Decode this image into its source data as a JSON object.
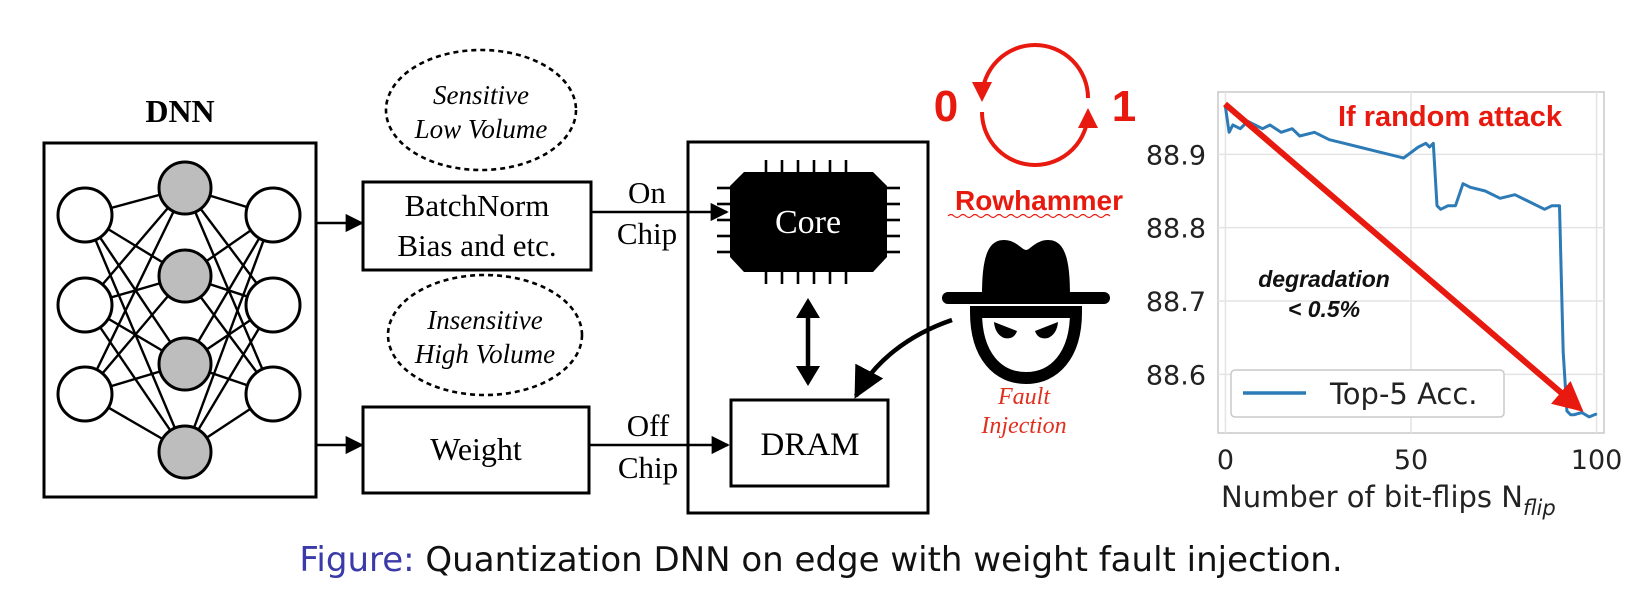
{
  "diagram": {
    "dnn_title": "DNN",
    "sensitive_line1": "Sensitive",
    "sensitive_line2": "Low Volume",
    "insensitive_line1": "Insensitive",
    "insensitive_line2": "High Volume",
    "batchnorm_line1": "BatchNorm",
    "batchnorm_line2": "Bias and etc.",
    "weight_label": "Weight",
    "on_chip_line1": "On",
    "on_chip_line2": "Chip",
    "off_chip_line1": "Off",
    "off_chip_line2": "Chip",
    "core_label": "Core",
    "dram_label": "DRAM",
    "bit_zero": "0",
    "bit_one": "1",
    "rowhammer_label": "Rowhammer",
    "fault_line1": "Fault",
    "fault_line2": "Injection",
    "colors": {
      "attack_red": "#e8190e",
      "fault_text": "#e0301e",
      "hidden_node_fill": "#bdbdbd",
      "series_blue": "#2c7bb6"
    }
  },
  "chart_data": {
    "type": "line",
    "series": [
      {
        "name": "Top-5 Acc.",
        "x": [
          0,
          1,
          2,
          4,
          6,
          8,
          10,
          12,
          15,
          18,
          20,
          24,
          28,
          32,
          36,
          40,
          44,
          48,
          52,
          54,
          55,
          56,
          57,
          58,
          60,
          62,
          64,
          66,
          70,
          74,
          78,
          82,
          86,
          88,
          90,
          91,
          92,
          93,
          94,
          96,
          98,
          100
        ],
        "y": [
          88.965,
          88.93,
          88.94,
          88.935,
          88.945,
          88.94,
          88.935,
          88.94,
          88.93,
          88.935,
          88.925,
          88.93,
          88.92,
          88.915,
          88.91,
          88.905,
          88.9,
          88.895,
          88.91,
          88.915,
          88.91,
          88.915,
          88.83,
          88.825,
          88.83,
          88.83,
          88.86,
          88.855,
          88.85,
          88.84,
          88.845,
          88.835,
          88.825,
          88.83,
          88.83,
          88.63,
          88.55,
          88.545,
          88.545,
          88.548,
          88.542,
          88.546
        ]
      }
    ],
    "xticks": [
      "0",
      "50",
      "100"
    ],
    "yticks": [
      "88.9",
      "88.8",
      "88.7",
      "88.6"
    ],
    "xlabel": "Number of bit-flips N",
    "xlabel_subscript": "flip",
    "ylabel": "",
    "xlim": [
      -2,
      102
    ],
    "ylim": [
      88.52,
      88.985
    ],
    "grid": true,
    "legend_position": "lower-left",
    "annotations": {
      "random_attack": "If random attack",
      "degradation_line1": "degradation",
      "degradation_line2": "< 0.5%"
    }
  },
  "caption": {
    "lead": "Figure:",
    "text": "Quantization DNN on edge with weight fault injection."
  }
}
